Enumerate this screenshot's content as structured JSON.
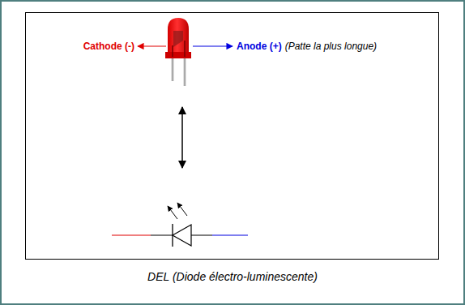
{
  "diagram": {
    "caption": "DEL (Diode électro-luminescente)",
    "labels": [
      "Cathode (-)",
      "Anode (+)",
      "(Patte la plus longue)"
    ]
  }
}
